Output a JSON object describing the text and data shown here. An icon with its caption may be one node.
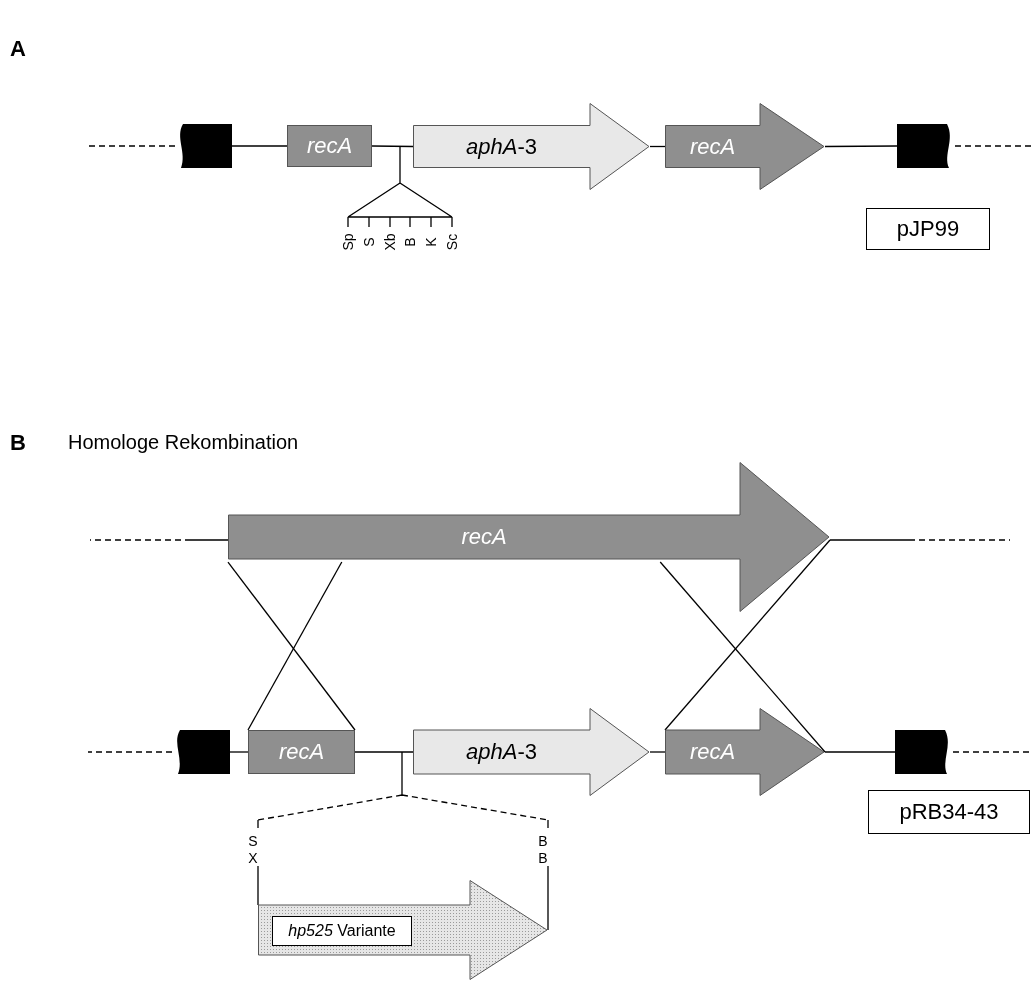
{
  "diagram": {
    "nodes": [
      {
        "text": [],
        "shape": "box"
      },
      {
        "text": [
          "recA"
        ]
      },
      {
        "text": [
          "*aphA*-3"
        ]
      },
      {
        "text": [
          "recA"
        ]
      },
      {
        "text": [],
        "shape": "box"
      },
      {
        "text": [
          "pJP99"
        ]
      },
      {
        "text": [
          "recA"
        ]
      },
      {
        "text": [],
        "shape": "box"
      },
      {
        "text": [
          "recA"
        ]
      },
      {
        "text": [
          "*aphA*-3"
        ]
      },
      {
        "text": [
          "recA"
        ]
      },
      {
        "text": [],
        "shape": "box"
      },
      {
        "text": [
          "pRB34-43"
        ]
      },
      {
        "text": [],
        "shape": "arrow"
      },
      {
        "text": [
          "*hp525* Variante"
        ],
        "in": 13
      }
    ],
    "edges": [
      {
        "from": null,
        "to": 0,
        "arrow": "none",
        "style": "dashed"
      },
      {
        "from": 0,
        "to": 1,
        "arrow": "none"
      },
      {
        "from": 1,
        "to": 2,
        "arrow": "none"
      },
      {
        "from": 2,
        "to": 3,
        "arrow": "none"
      },
      {
        "from": 3,
        "to": 4,
        "arrow": "none"
      },
      {
        "from": 4,
        "to": null,
        "arrow": "none",
        "style": "dashed"
      },
      {
        "from": null,
        "to": 6,
        "arrow": "none",
        "style": "dashed"
      },
      {
        "from": 6,
        "to": null,
        "arrow": "none",
        "style": "dashed"
      },
      {
        "from": null,
        "to": 7,
        "arrow": "none",
        "style": "dashed"
      },
      {
        "from": 7,
        "to": 8,
        "arrow": "none"
      },
      {
        "from": 8,
        "to": 9,
        "arrow": "none"
      },
      {
        "from": 9,
        "to": 10,
        "arrow": "none"
      },
      {
        "from": 10,
        "to": 11,
        "arrow": "none"
      },
      {
        "from": 11,
        "to": null,
        "arrow": "none",
        "style": "dashed"
      },
      {
        "from": 8,
        "to": 6,
        "arrow": "none"
      },
      {
        "from": 8,
        "to": 6,
        "arrow": "none"
      },
      {
        "from": 10,
        "to": 6,
        "arrow": "none"
      },
      {
        "from": 10,
        "to": 6,
        "arrow": "none"
      }
    ],
    "labels": [
      "A",
      "Sp",
      "S",
      "Xb",
      "B",
      "K",
      "Sc",
      "B",
      "Homologe Rekombination",
      "S",
      "X",
      "B",
      "B"
    ]
  }
}
